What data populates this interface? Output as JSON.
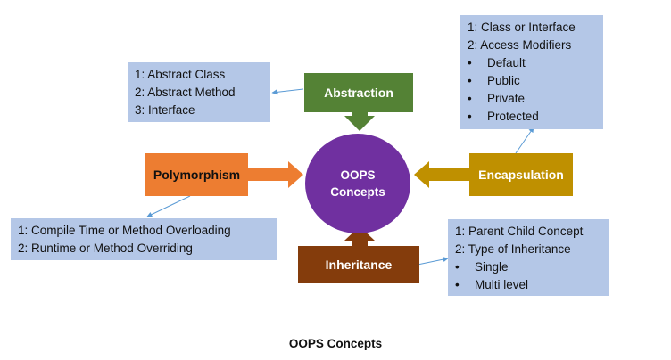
{
  "center": {
    "line1": "OOPS",
    "line2": "Concepts"
  },
  "nodes": {
    "abstraction": {
      "label": "Abstraction",
      "color": "#548235"
    },
    "polymorphism": {
      "label": "Polymorphism",
      "color": "#ed7d31"
    },
    "encapsulation": {
      "label": "Encapsulation",
      "color": "#bf9000"
    },
    "inheritance": {
      "label": "Inheritance",
      "color": "#843c0c"
    }
  },
  "notes": {
    "abstraction": [
      "1: Abstract Class",
      "2: Abstract Method",
      "3: Interface"
    ],
    "encapsulation": {
      "lines": [
        "1: Class or Interface",
        "2: Access Modifiers"
      ],
      "bullets": [
        "Default",
        "Public",
        "Private",
        "Protected"
      ]
    },
    "polymorphism": [
      "1: Compile Time or Method Overloading",
      "2: Runtime or Method Overriding"
    ],
    "inheritance": {
      "lines": [
        "1: Parent Child Concept",
        "2: Type of Inheritance"
      ],
      "bullets": [
        "Single",
        "Multi level"
      ]
    }
  },
  "bullet_char": "•",
  "caption": "OOPS Concepts",
  "colors": {
    "center": "#7030a0",
    "note_fill": "#b4c7e7",
    "connector": "#5b9bd5"
  }
}
